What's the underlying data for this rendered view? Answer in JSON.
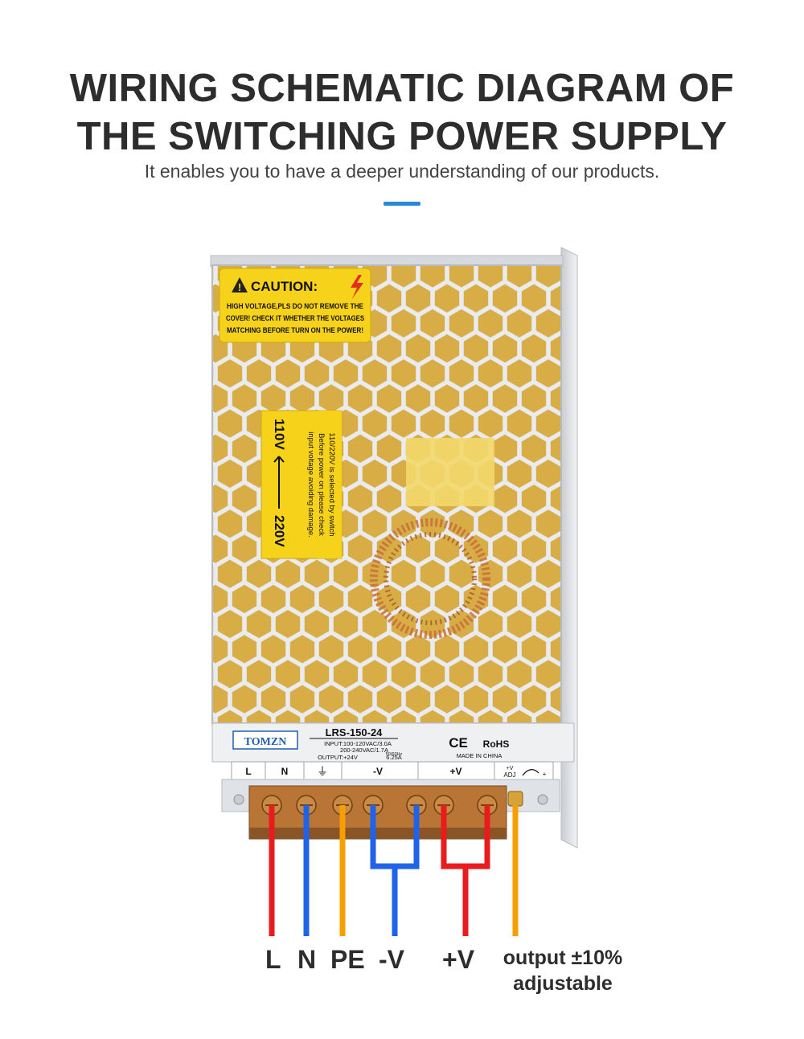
{
  "header": {
    "title_line1": "WIRING SCHEMATIC DIAGRAM OF",
    "title_line2": "THE SWITCHING POWER SUPPLY",
    "subtitle": "It enables you to have a deeper understanding of our products."
  },
  "colors": {
    "accent": "#2b87d9",
    "wire_red": "#e81c1c",
    "wire_blue": "#1f63e8",
    "wire_orange": "#f5a000",
    "caution_yellow": "#f7d21b",
    "pcb_yellow": "#e3b64a"
  },
  "caution_label": {
    "heading": "CAUTION:",
    "line1": "HIGH VOLTAGE,PLS DO NOT REMOVE THE",
    "line2": "COVER! CHECK IT WHETHER THE VOLTAGES",
    "line3": "MATCHING BEFORE TURN ON THE POWER!"
  },
  "switch_label": {
    "v110": "110V",
    "v220": "220V",
    "line1": "110/220V is selected by switch",
    "line2": "Before power on please check",
    "line3": "input voltage avoiding damage."
  },
  "nameplate": {
    "brand": "TOMZN",
    "model": "LRS-150-24",
    "input_line1": "INPUT:100-120VAC/3.0A",
    "input_line2": "200-240VAC/1.7A",
    "frequency": "50/60Hz",
    "output_prefix": "OUTPUT:+24V",
    "output_current": "6.25A",
    "ce": "CE",
    "rohs": "RoHS",
    "made_in": "MADE IN CHINA"
  },
  "terminals": {
    "L": "L",
    "N": "N",
    "ground": "⏚",
    "neg_v": "-V",
    "pos_v": "+V",
    "adj_top": "+V",
    "adj": "ADJ",
    "adj_plus": "+"
  },
  "wire_labels": {
    "L": "L",
    "N": "N",
    "PE": "PE",
    "neg_v": "-V",
    "pos_v": "+V",
    "output_line1": "output ±10%",
    "output_line2": "adjustable"
  }
}
